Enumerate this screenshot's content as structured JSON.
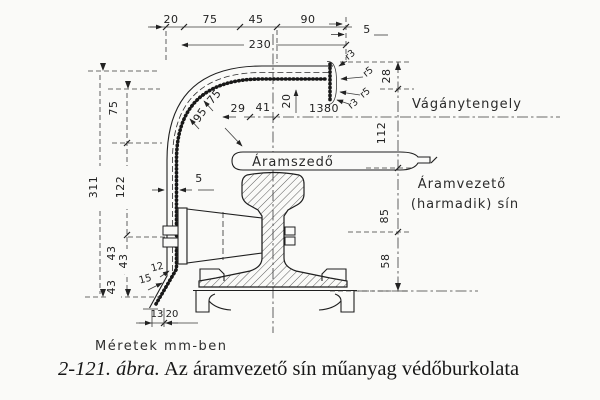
{
  "caption": {
    "number": "2-121. ábra.",
    "text": "Az áramvezető sín műanyag védőburkolata"
  },
  "notes": {
    "units": "Méretek mm-ben"
  },
  "labels": {
    "track_axis": "Vágánytengely",
    "pantograph": "Áramszedő",
    "conductor_rail_1": "Áramvezető",
    "conductor_rail_2": "(harmadik) sín"
  },
  "dims": {
    "top": [
      "20",
      "75",
      "45",
      "90"
    ],
    "top_total": "230",
    "cap_gap": "5",
    "left": {
      "d75": "75",
      "d311": "311",
      "d122": "122",
      "d43a": "43",
      "d43b": "43",
      "d43c": "43",
      "d15": "15",
      "d12": "12",
      "d13": "13",
      "d20": "20"
    },
    "right": {
      "d28": "28",
      "d112": "112",
      "d85": "85",
      "d58": "58"
    },
    "mid": {
      "d29": "29",
      "d41": "41",
      "d20": "20",
      "d1380": "1380"
    },
    "wall": "5",
    "curve_radii": {
      "outer": "95",
      "inner": "75"
    },
    "cap_radii": {
      "r1": "r3",
      "r2": "r5",
      "r3": "r5",
      "r4": "r3"
    }
  }
}
